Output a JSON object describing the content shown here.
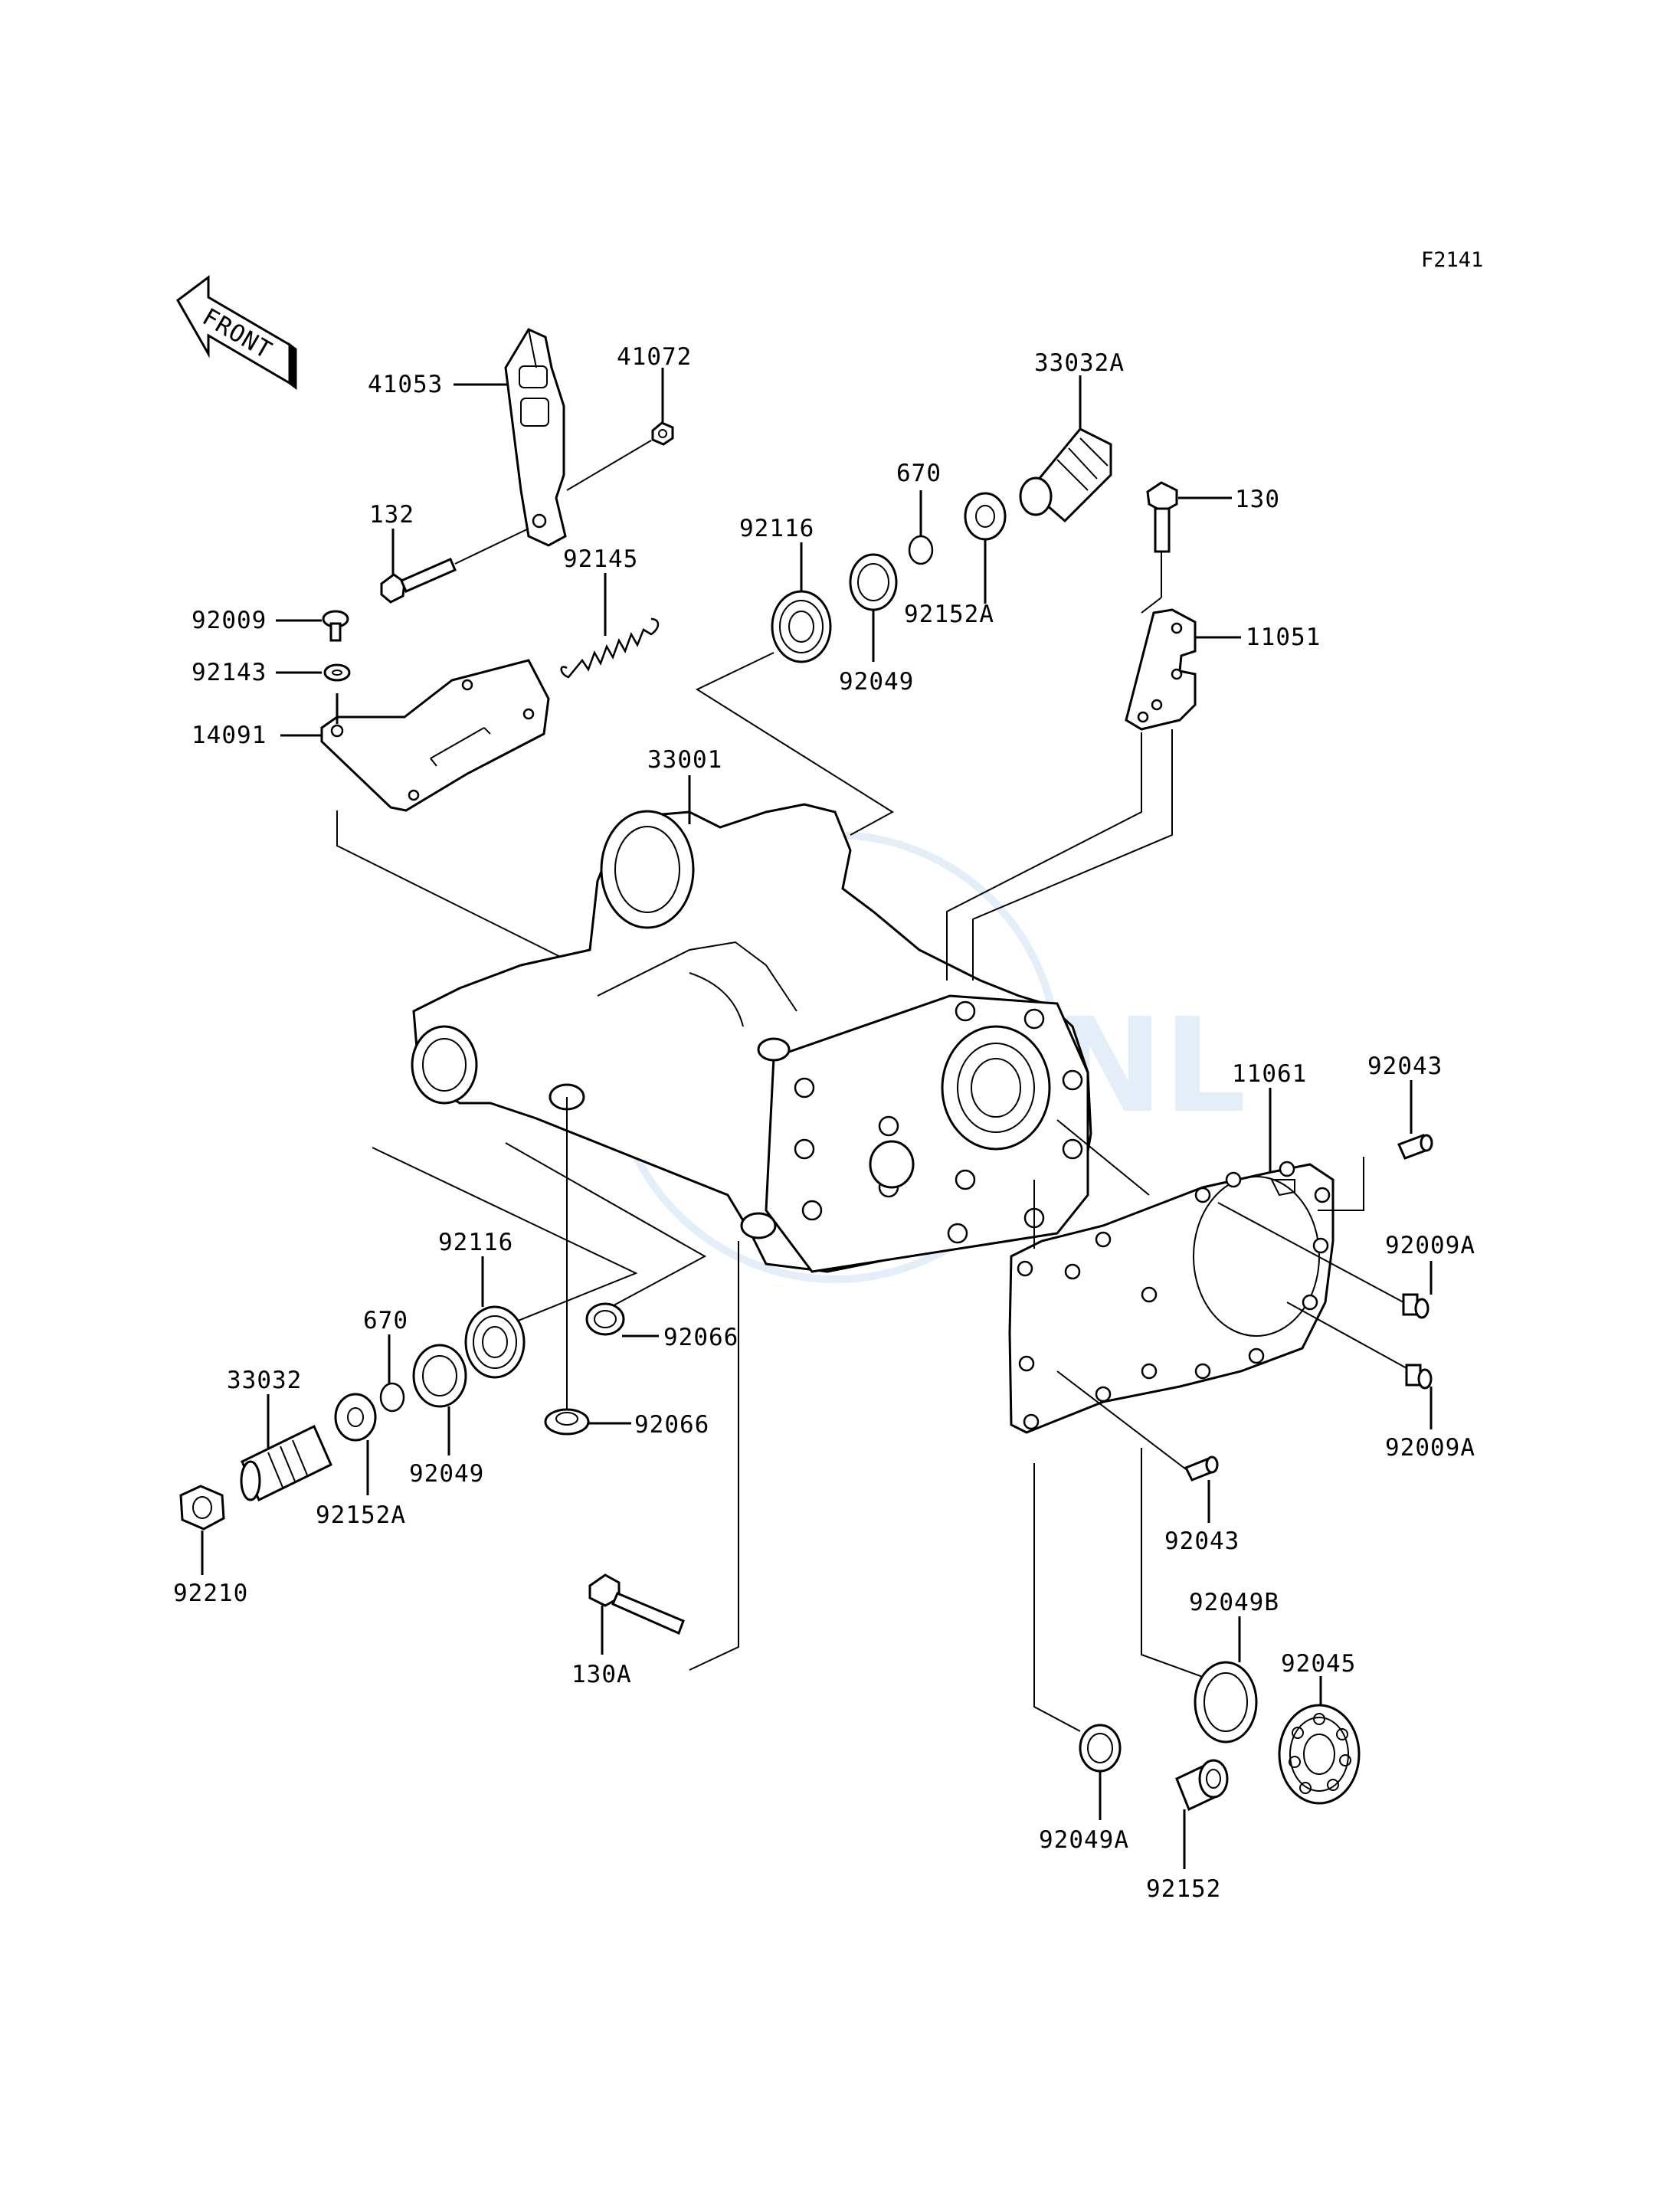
{
  "figure_code": "F2141",
  "front_arrow": {
    "text": "FRONT"
  },
  "watermark": {
    "text": "CMSNL",
    "color": "#4a90d9"
  },
  "labels": {
    "p41053": "41053",
    "p41072": "41072",
    "p132": "132",
    "p92145": "92145",
    "p92009": "92009",
    "p92143": "92143",
    "p14091": "14091",
    "p33001": "33001",
    "p92116_top": "92116",
    "p670_top": "670",
    "p33032A": "33032A",
    "p130": "130",
    "p92049_top": "92049",
    "p92152A_top": "92152A",
    "p11051": "11051",
    "p11061": "11061",
    "p92043_top": "92043",
    "p92009A_1": "92009A",
    "p92009A_2": "92009A",
    "p92043_bottom": "92043",
    "p92116_bottom": "92116",
    "p670_bottom": "670",
    "p33032": "33032",
    "p92066_1": "92066",
    "p92066_2": "92066",
    "p92049_bottom": "92049",
    "p92152A_bottom": "92152A",
    "p92210": "92210",
    "p130A": "130A",
    "p92049B": "92049B",
    "p92045": "92045",
    "p92049A": "92049A",
    "p92152": "92152"
  }
}
